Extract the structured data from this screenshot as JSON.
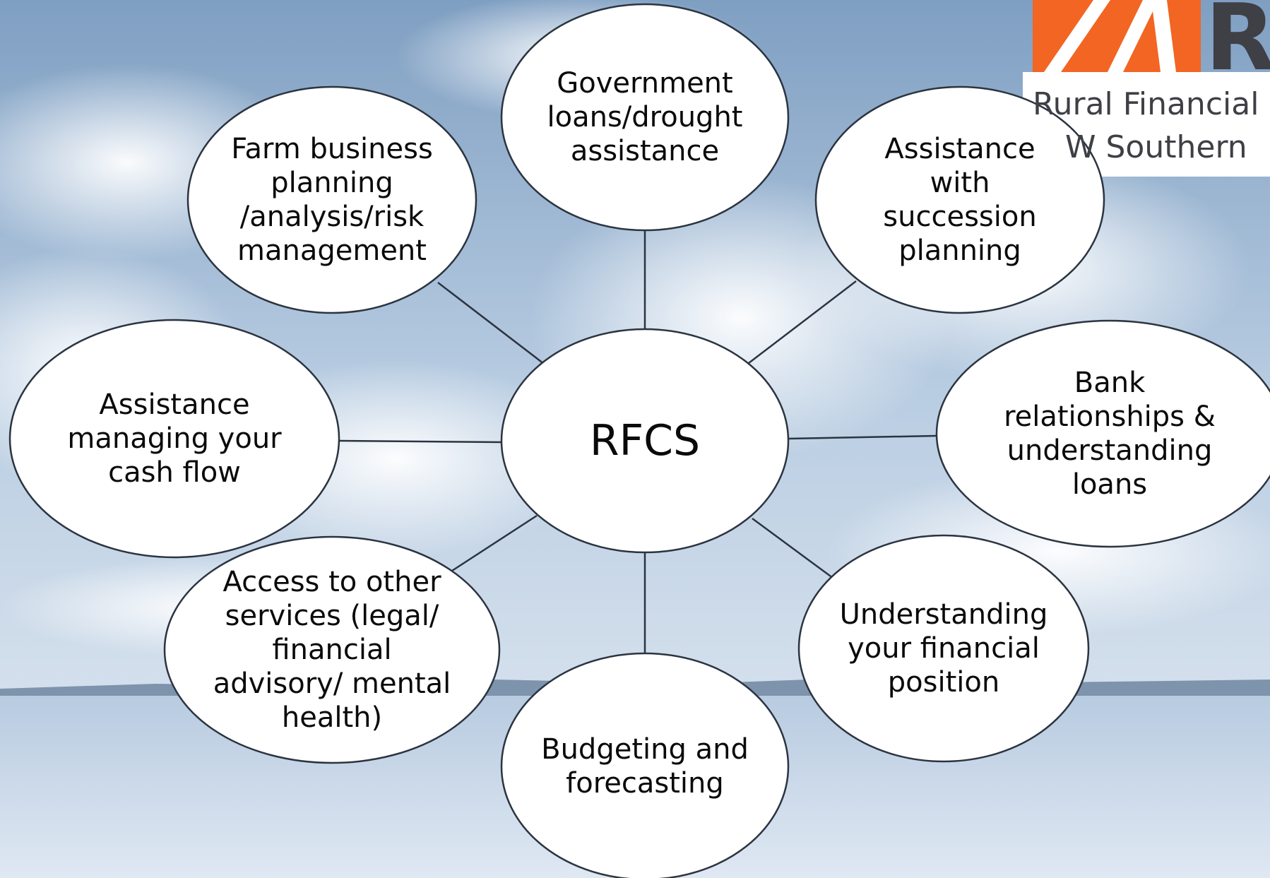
{
  "center": {
    "label": "RFCS"
  },
  "services": [
    {
      "id": "farm-business-planning",
      "label": "Farm business\nplanning\n/analysis/risk\nmanagement"
    },
    {
      "id": "government-loans",
      "label": "Government\nloans/drought\nassistance"
    },
    {
      "id": "succession-planning",
      "label": "Assistance\nwith\nsuccession\nplanning"
    },
    {
      "id": "bank-relationships",
      "label": "Bank\nrelationships &\nunderstanding\nloans"
    },
    {
      "id": "financial-position",
      "label": "Understanding\nyour financial\nposition"
    },
    {
      "id": "budgeting",
      "label": "Budgeting and\nforecasting"
    },
    {
      "id": "other-services",
      "label": "Access to other\nservices (legal/\nfinancial\nadvisory/ mental\nhealth)"
    },
    {
      "id": "cash-flow",
      "label": "Assistance\nmanaging your\ncash flow"
    }
  ],
  "logo": {
    "line1": "Rural Financial C",
    "line2": "W Southern",
    "letter": "R",
    "accent": "#f26522",
    "text_color": "#3f3f46"
  },
  "colors": {
    "sky_top": "#8aa8c8",
    "sky_mid": "#c9d7e6",
    "field": "#c7d6e8",
    "ellipse_fill": "#ffffff",
    "ellipse_stroke": "#2b3440",
    "connector": "#2b3440"
  }
}
